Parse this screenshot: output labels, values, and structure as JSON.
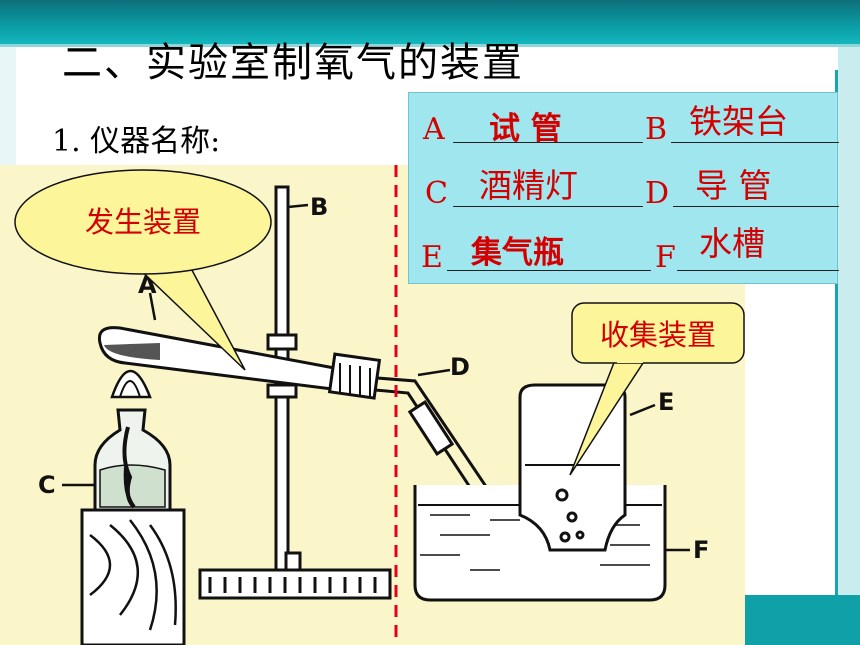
{
  "slide": {
    "title": "二、实验室制氧气的装置",
    "subtitle": "1. 仪器名称:"
  },
  "answers": [
    {
      "letter": "A",
      "answer": "试 管"
    },
    {
      "letter": "B",
      "answer": "铁架台"
    },
    {
      "letter": "C",
      "answer": "酒精灯"
    },
    {
      "letter": "D",
      "answer": "导 管"
    },
    {
      "letter": "E",
      "answer": "集气瓶"
    },
    {
      "letter": "F",
      "answer": "水槽"
    }
  ],
  "diagram": {
    "callouts": {
      "generation": "发生装置",
      "collection": "收集装置"
    },
    "labels": {
      "a": "A",
      "b": "B",
      "c": "C",
      "d": "D",
      "e": "E",
      "f": "F"
    }
  },
  "colors": {
    "answer_text": "#d40000",
    "answer_box": "#9fe6ee",
    "diagram_bg": "#fbf6c9",
    "bubble_fill": "#fdf59a",
    "divider": "#e3001b"
  }
}
